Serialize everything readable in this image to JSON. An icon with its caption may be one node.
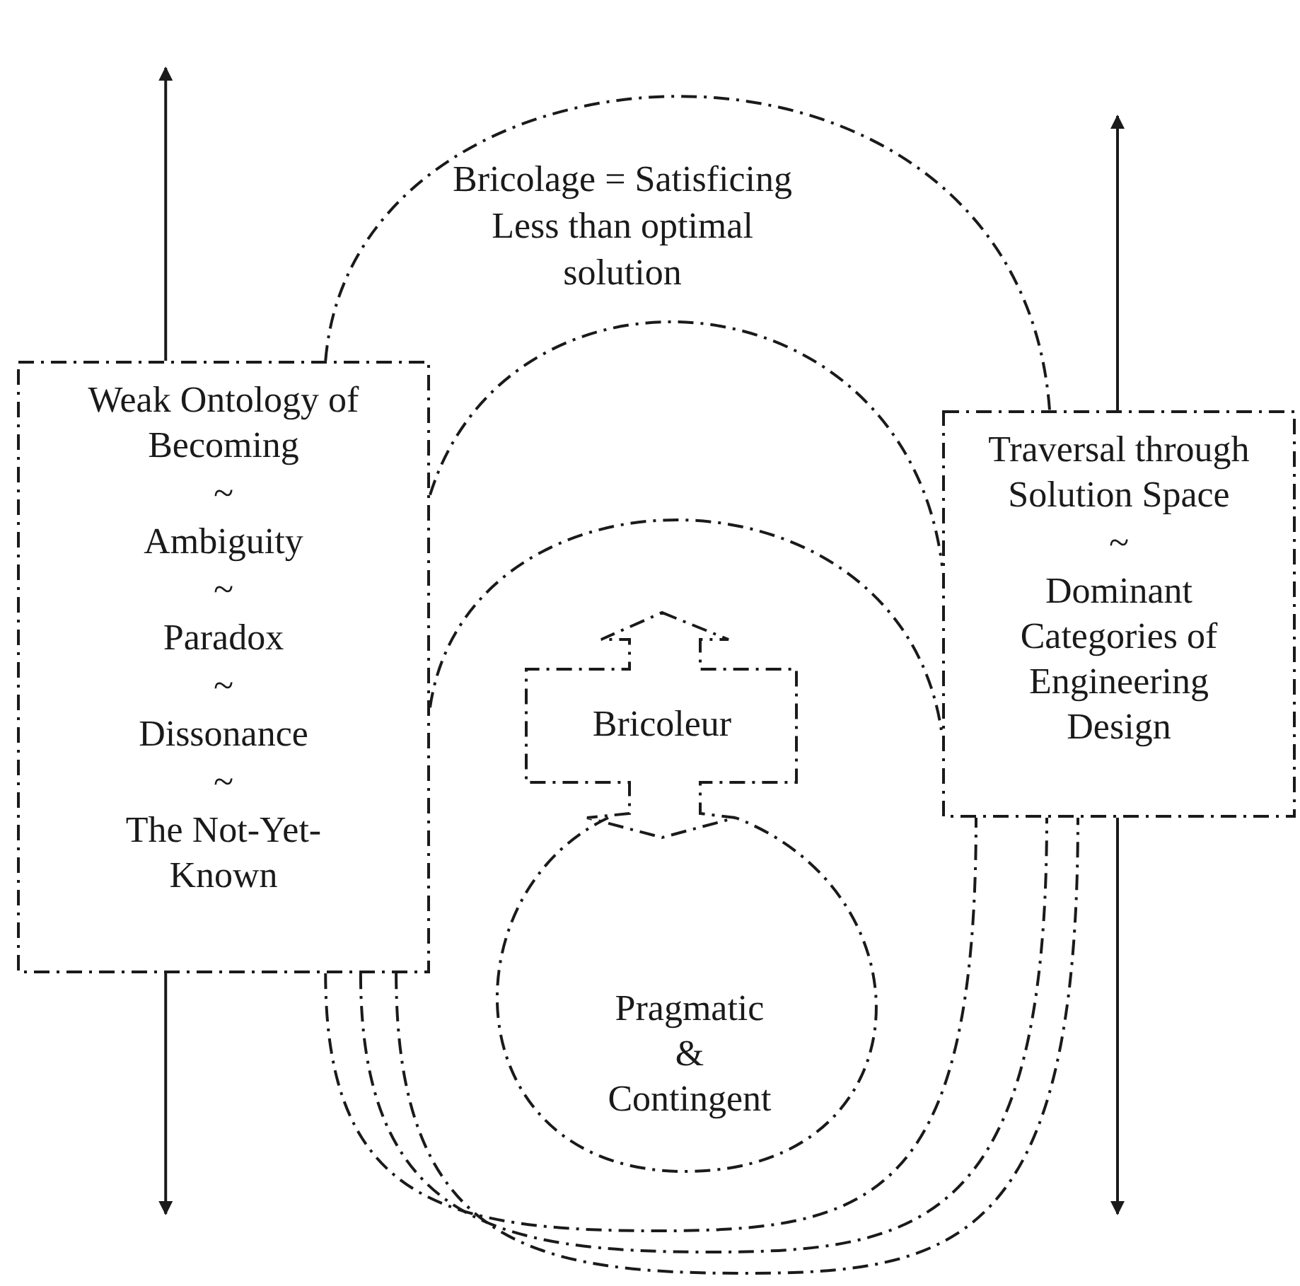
{
  "diagram": {
    "nodes": [
      {
        "text": [
          "Weak Ontology of Becoming",
          "~",
          "Ambiguity",
          "~",
          "Paradox",
          "~",
          "Dissonance",
          "~",
          "The Not-Yet-Known"
        ]
      },
      {
        "text": [
          "Traversal through Solution Space",
          "~",
          "Dominant Categories of Engineering Design"
        ]
      },
      {
        "text": [
          "Bricoleur"
        ]
      },
      {
        "text": [
          "Pragmatic & Contingent"
        ]
      }
    ],
    "edges": [
      {
        "from": 0,
        "to": 1,
        "arrow": "none",
        "style": "dashed"
      },
      {
        "from": 0,
        "to": 1,
        "arrow": "none",
        "style": "dashed"
      },
      {
        "from": 0,
        "to": 1,
        "arrow": "none",
        "style": "dashed"
      },
      {
        "from": 0,
        "to": 1,
        "arrow": "none",
        "style": "dashed"
      },
      {
        "from": 0,
        "to": 1,
        "arrow": "none",
        "style": "dashed"
      },
      {
        "from": 0,
        "to": 1,
        "arrow": "none",
        "style": "dashed"
      },
      {
        "from": 0,
        "to": null,
        "arrow": "to"
      },
      {
        "from": 0,
        "to": null,
        "arrow": "to"
      },
      {
        "from": 1,
        "to": null,
        "arrow": "to"
      },
      {
        "from": 1,
        "to": null,
        "arrow": "to"
      }
    ],
    "labels": [
      "Bricolage = Satisficing",
      "Less than optimal solution"
    ]
  }
}
